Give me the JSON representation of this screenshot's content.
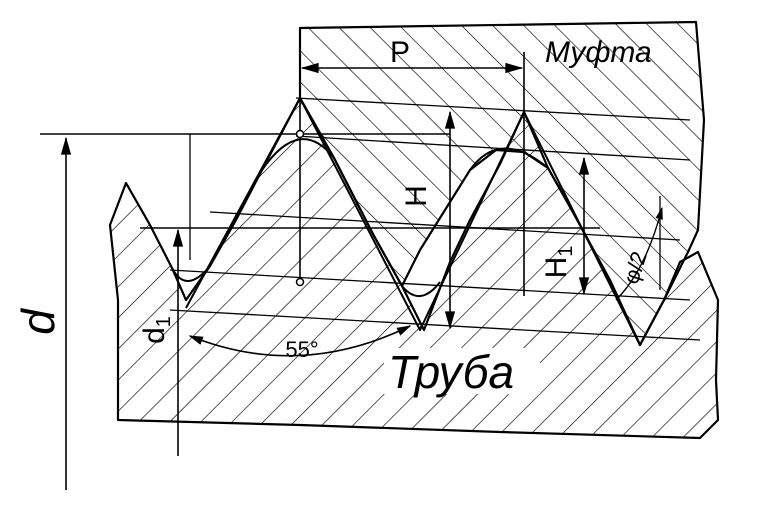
{
  "labels": {
    "coupling": "Муфта",
    "pipe": "Труба",
    "pitch": "P",
    "height": "H",
    "height_1": "H",
    "height_1_sub": "1",
    "major_diameter": "d",
    "minor_diameter": "d",
    "minor_diameter_sub": "1",
    "angle": "55°",
    "half_angle": "φ/2"
  },
  "colors": {
    "line": "#000000",
    "background": "#ffffff"
  }
}
